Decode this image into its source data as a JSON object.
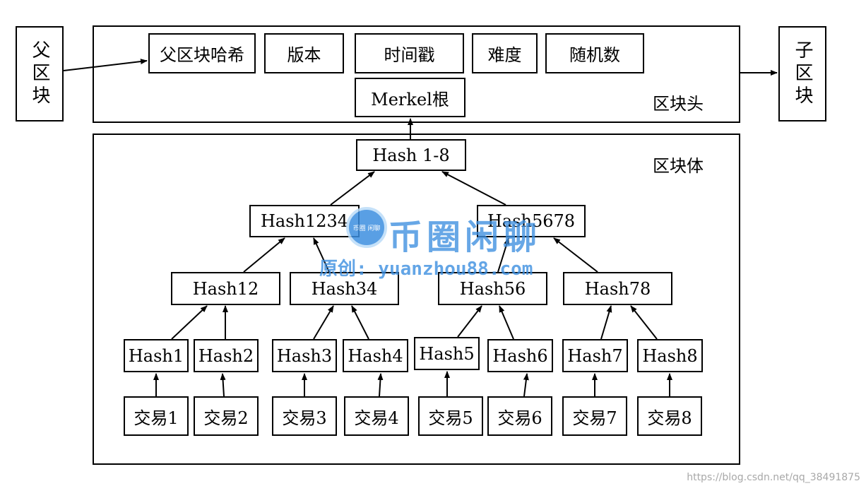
{
  "parent_block": "父区块",
  "child_block": "子区块",
  "header": {
    "label": "区块头",
    "fields": [
      "父区块哈希",
      "版本",
      "时间戳",
      "难度",
      "随机数"
    ],
    "merkel_root": "Merkel根"
  },
  "body": {
    "label": "区块体",
    "root_hash": "Hash 1-8",
    "level2": [
      "Hash1234",
      "Hash5678"
    ],
    "level3": [
      "Hash12",
      "Hash34",
      "Hash56",
      "Hash78"
    ],
    "leaf_hashes": [
      "Hash1",
      "Hash2",
      "Hash3",
      "Hash4",
      "Hash5",
      "Hash6",
      "Hash7",
      "Hash8"
    ],
    "transactions": [
      "交易1",
      "交易2",
      "交易3",
      "交易4",
      "交易5",
      "交易6",
      "交易7",
      "交易8"
    ]
  },
  "watermark": {
    "logo_text": "币圈 闲聊",
    "title": "币圈闲聊",
    "subtitle": "原创: yuanzhou88.com"
  },
  "credit": "https://blog.csdn.net/qq_38491875"
}
